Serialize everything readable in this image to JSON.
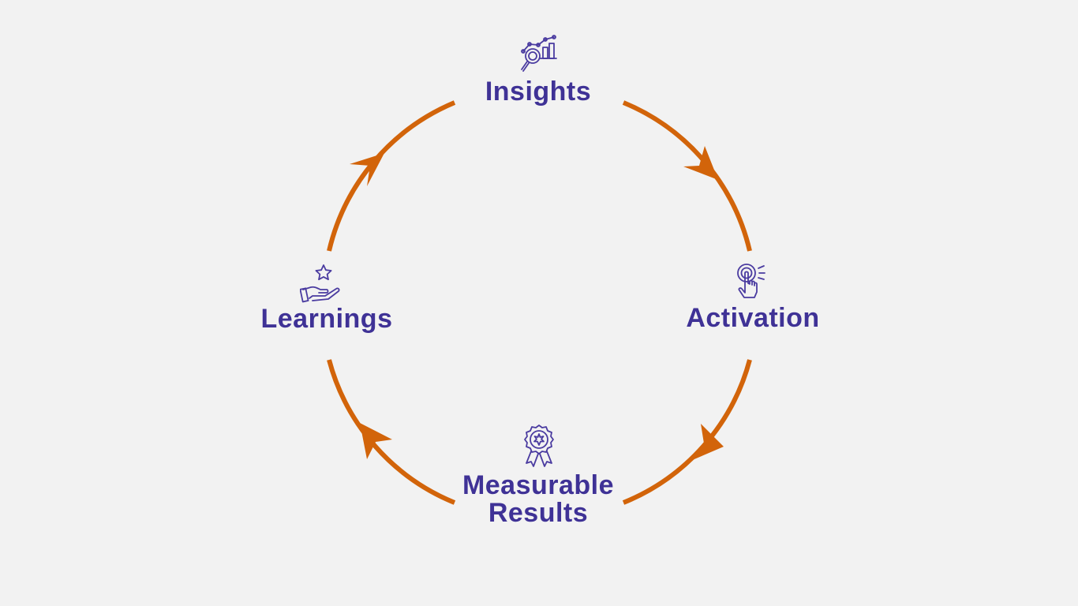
{
  "colors": {
    "background": "#f2f2f2",
    "arrow": "#d2640a",
    "label": "#3f3296",
    "icon": "#4a3ba0"
  },
  "nodes": [
    {
      "id": "insights",
      "label": "Insights",
      "icon": "analytics-magnifier-icon"
    },
    {
      "id": "activation",
      "label": "Activation",
      "icon": "touch-tap-icon"
    },
    {
      "id": "results",
      "label_line1": "Measurable",
      "label_line2": "Results",
      "icon": "award-ribbon-icon"
    },
    {
      "id": "learnings",
      "label": "Learnings",
      "icon": "hand-star-icon"
    }
  ]
}
